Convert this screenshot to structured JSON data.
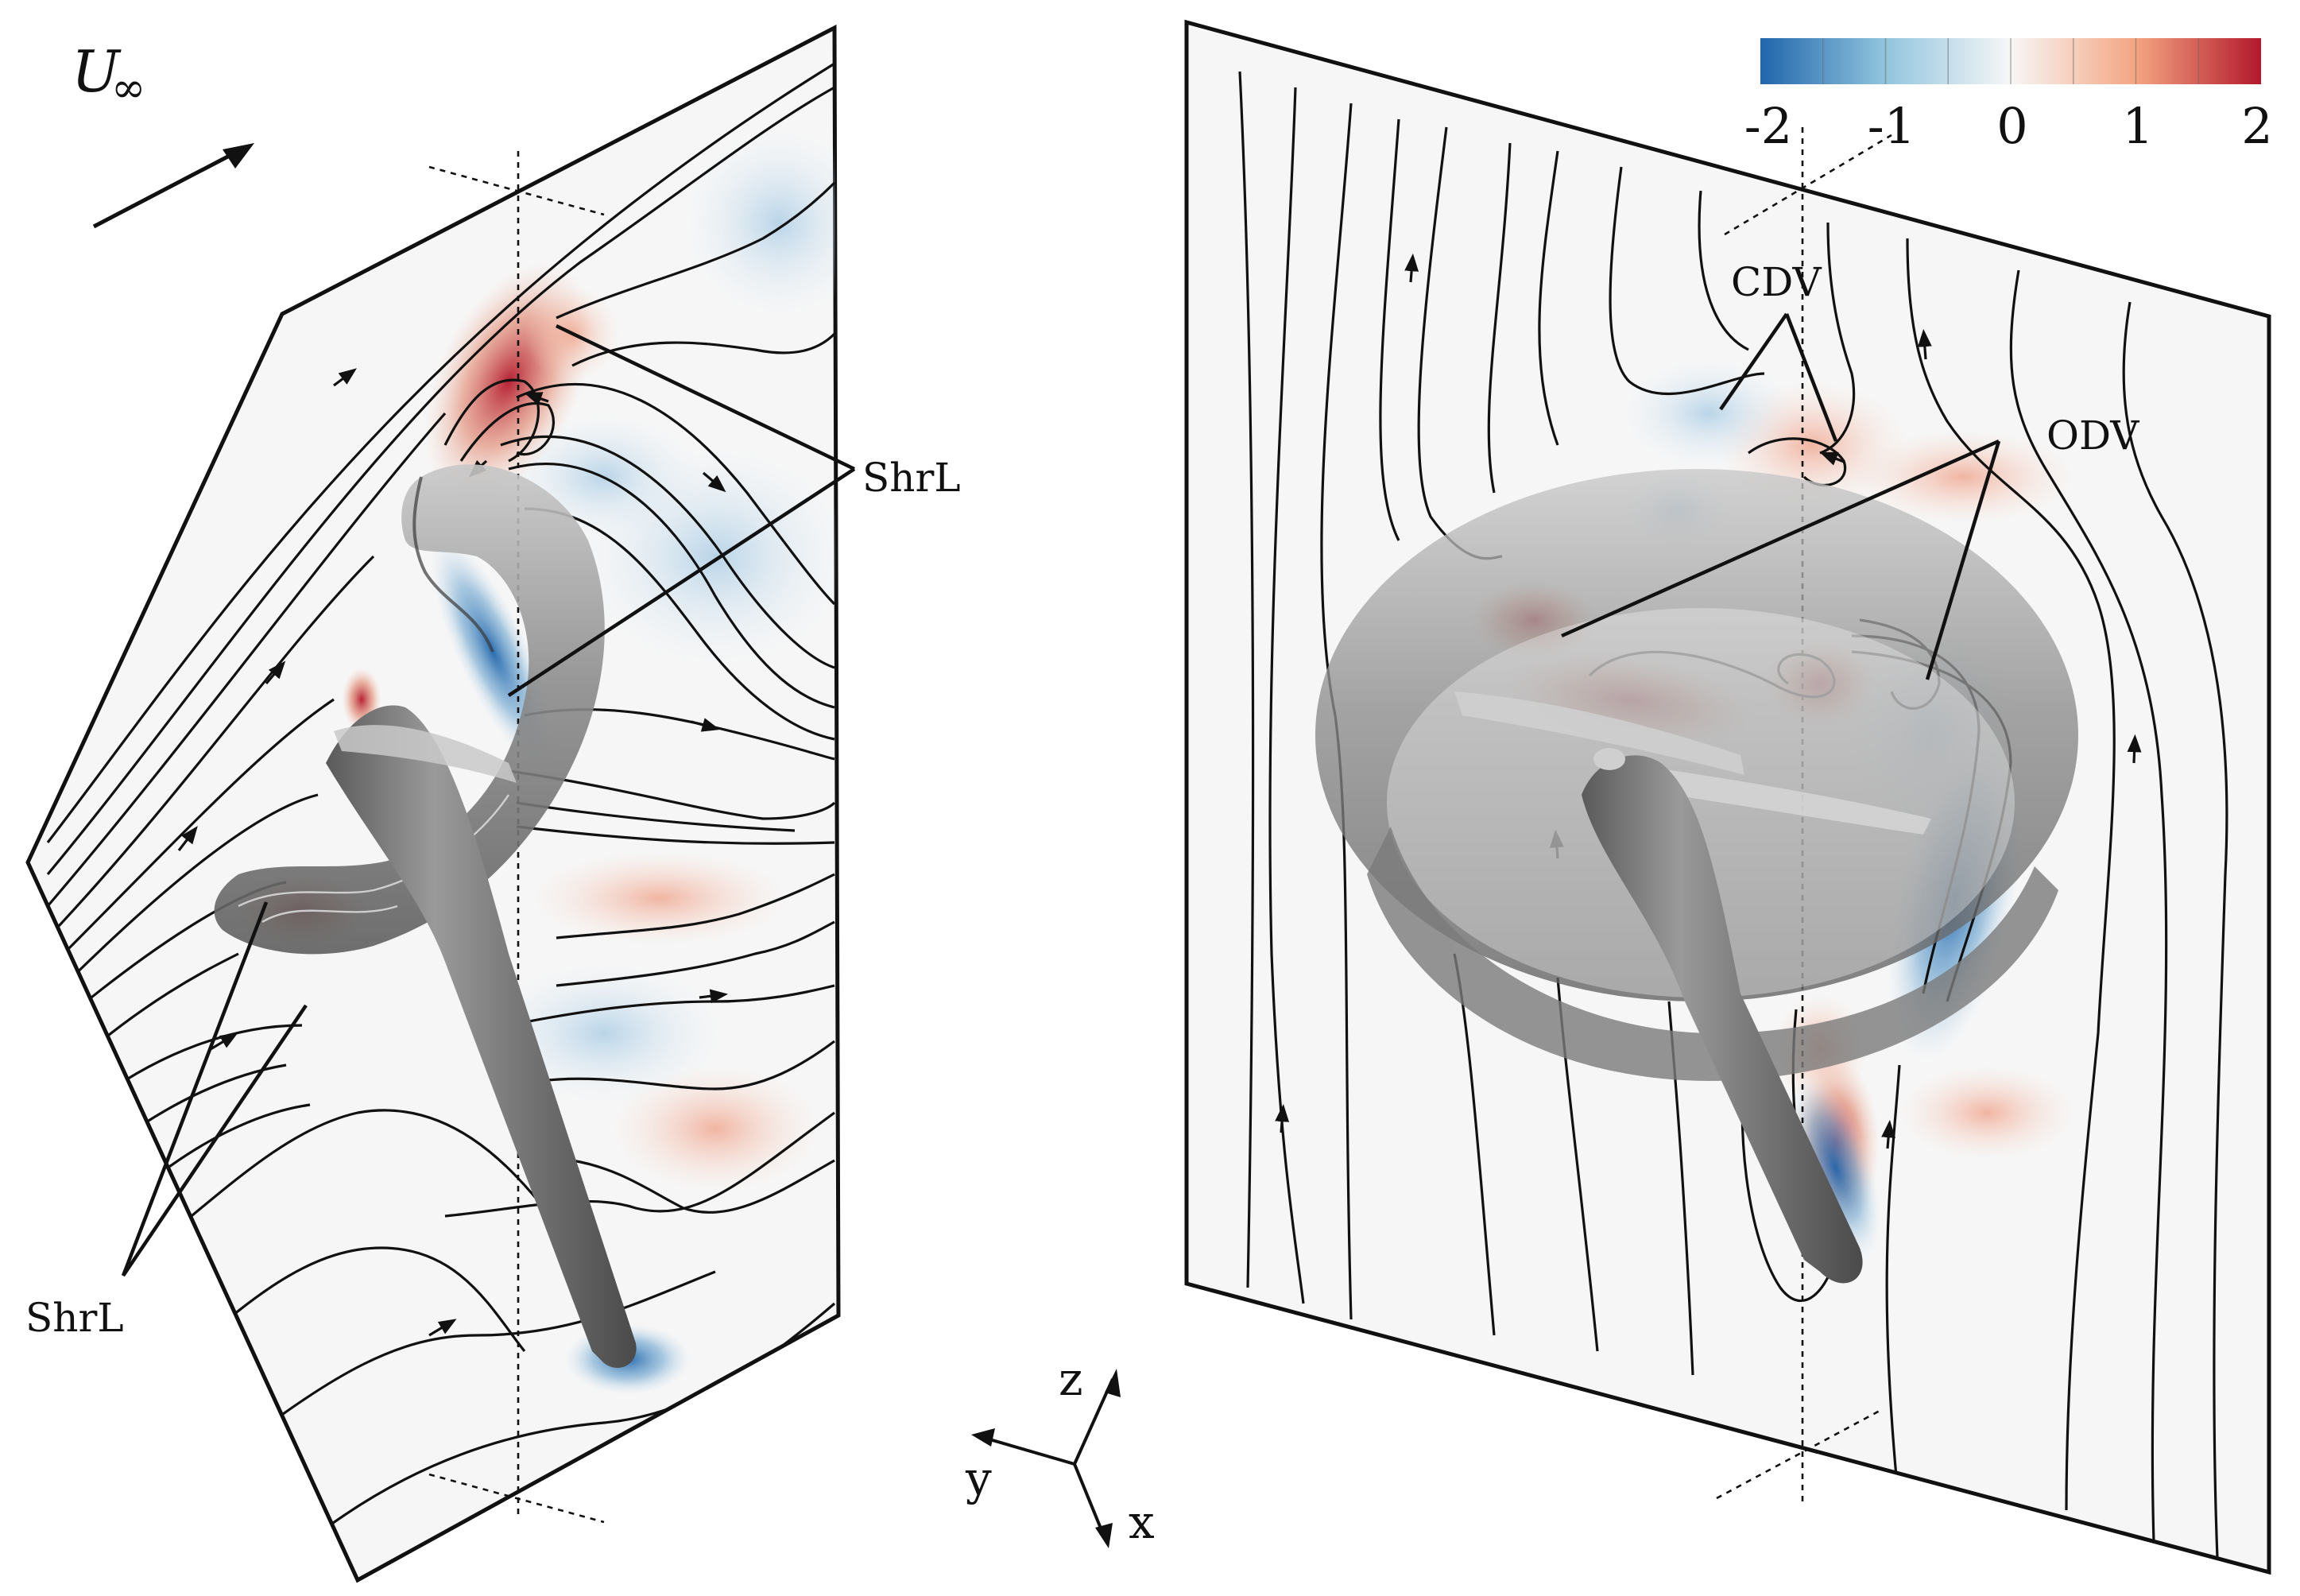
{
  "freestream": {
    "symbol": "U",
    "subscript": "∞"
  },
  "labels": {
    "shrl_top": "ShrL",
    "shrl_bottom": "ShrL",
    "cdv": "CDV",
    "odv": "ODV"
  },
  "colorbar": {
    "colormap": "blue-white-red",
    "min": -2,
    "max": 2,
    "ticks": [
      "-2",
      "-1",
      "0",
      "1",
      "2"
    ],
    "colors": {
      "negative": "#2166ac",
      "zero": "#f7f7f7",
      "positive": "#b2182b"
    }
  },
  "axes_triad": {
    "z": "z",
    "y": "y",
    "x": "x"
  },
  "colors": {
    "frame_fill": "#f6f6f6",
    "body_gray": "#808080",
    "streamline": "#111111"
  }
}
